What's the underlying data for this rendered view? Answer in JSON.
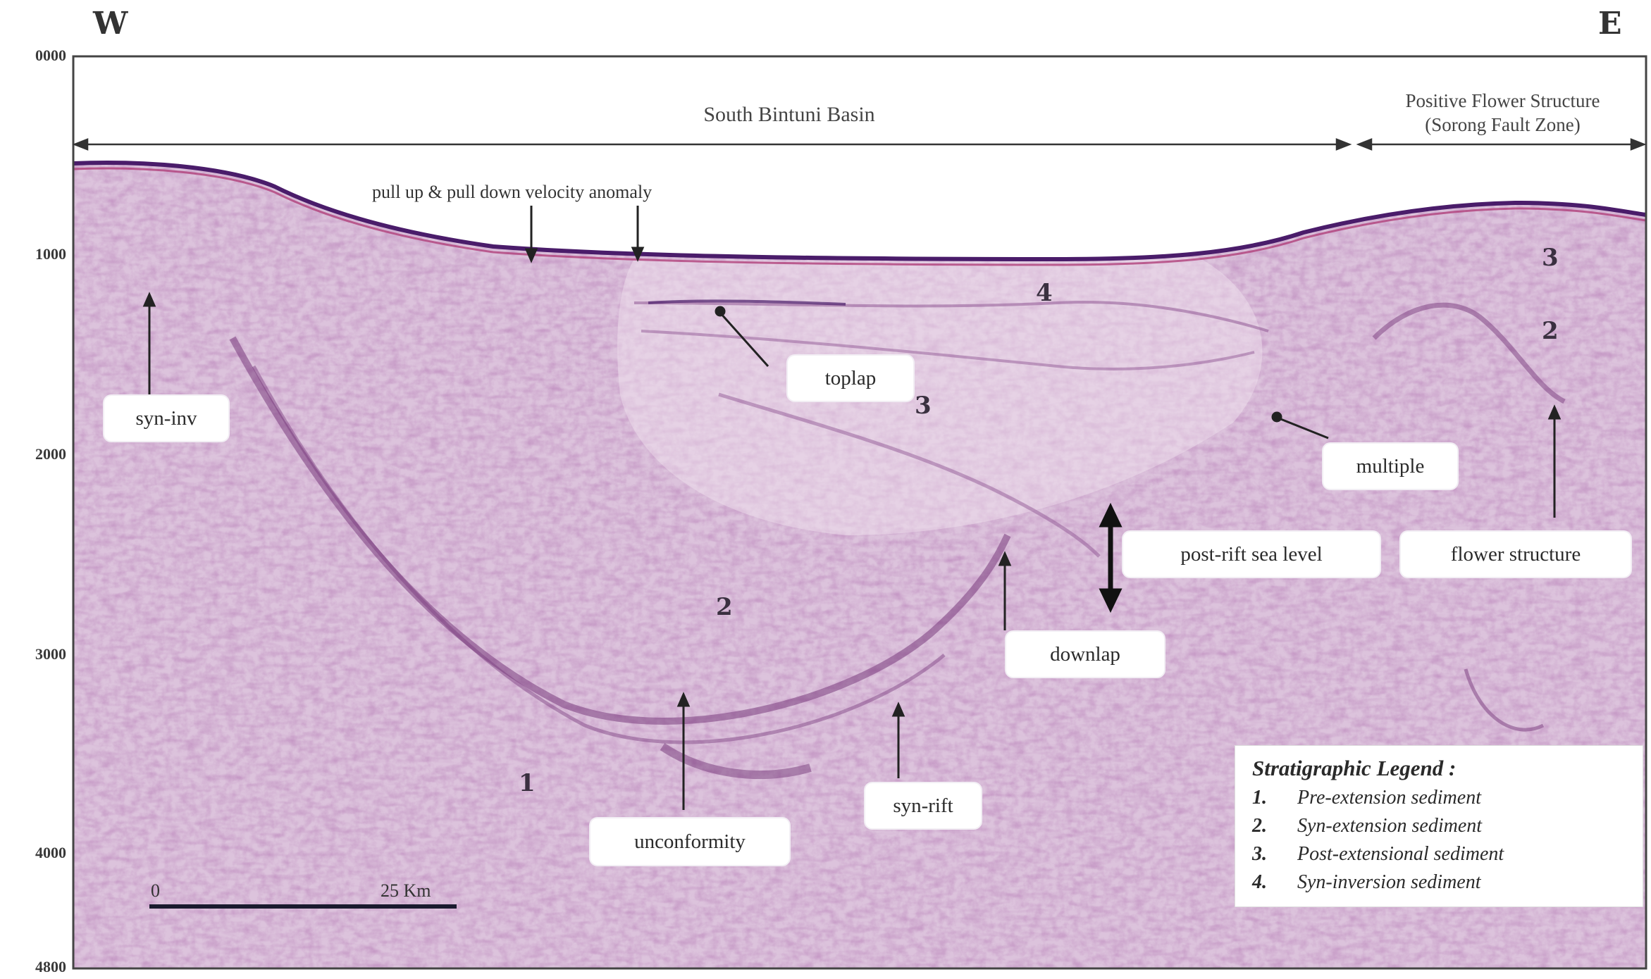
{
  "compass": {
    "west": "W",
    "east": "E"
  },
  "depth_axis": {
    "ticks": [
      "0000",
      "1000",
      "2000",
      "3000",
      "4000",
      "4800"
    ]
  },
  "regions": {
    "basin": "South Bintuni Basin",
    "structure_line1": "Positive Flower Structure",
    "structure_line2": "(Sorong Fault Zone)"
  },
  "annotations": {
    "velocity_anomaly": "pull up & pull down velocity anomaly",
    "toplap": "toplap",
    "syn_inv": "syn-inv",
    "multiple": "multiple",
    "post_rift_sea_level": "post-rift sea level",
    "flower_structure": "flower structure",
    "downlap": "downlap",
    "syn_rift": "syn-rift",
    "unconformity": "unconformity"
  },
  "unit_labels": {
    "unit4_center": "4",
    "unit3_center": "3",
    "unit3_east": "3",
    "unit2_east": "2",
    "unit2_center": "2",
    "unit1_center": "1"
  },
  "scale_bar": {
    "start": "0",
    "end": "25 Km"
  },
  "legend": {
    "title": "Stratigraphic Legend :",
    "items": [
      {
        "num": "1.",
        "text": "Pre-extension sediment"
      },
      {
        "num": "2.",
        "text": "Syn-extension sediment"
      },
      {
        "num": "3.",
        "text": "Post-extensional sediment"
      },
      {
        "num": "4.",
        "text": "Syn-inversion sediment"
      }
    ]
  },
  "colors": {
    "seismic_base": "#d9bcd6",
    "seismic_dark": "#8a4e8a",
    "seabed": "#4a1c6a",
    "frame": "#444444"
  }
}
